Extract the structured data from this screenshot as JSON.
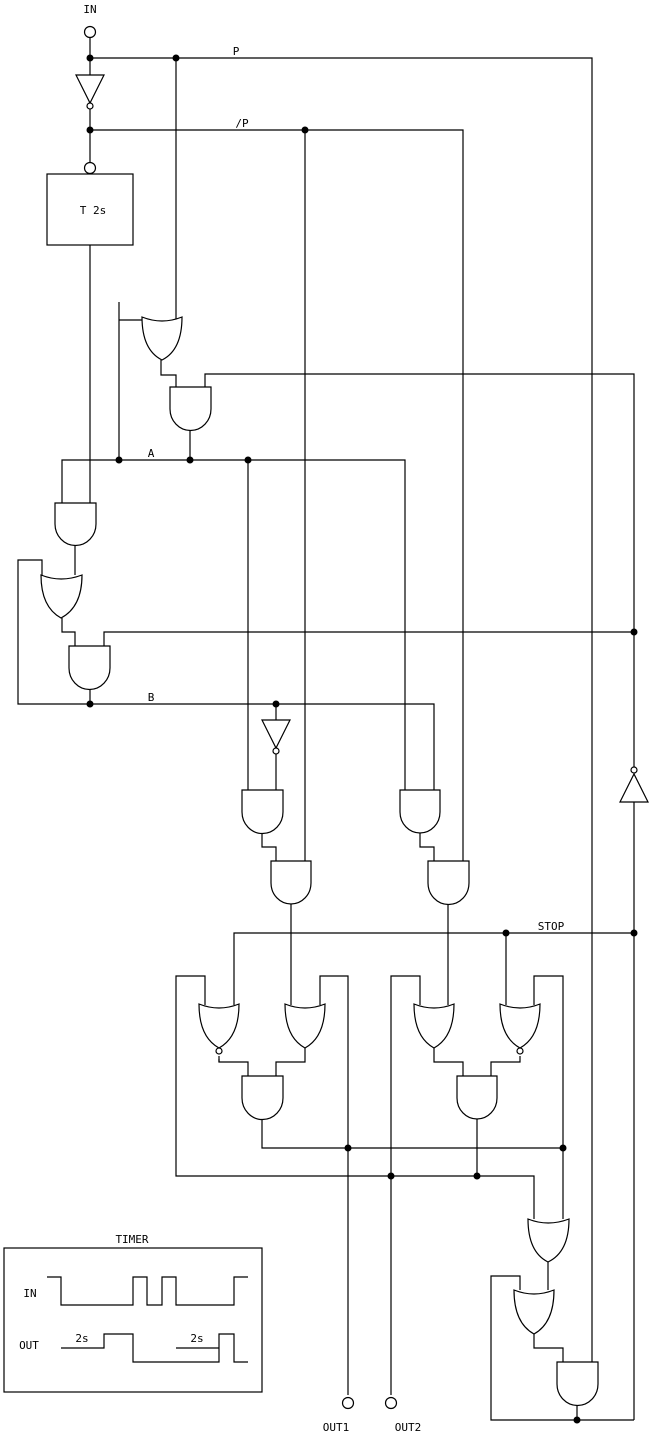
{
  "signals": {
    "input": "IN",
    "p": "P",
    "p_inverted": "/P",
    "a": "A",
    "b": "B",
    "stop": "STOP",
    "output1": "OUT1",
    "output2": "OUT2"
  },
  "timer_block": {
    "label": "T 2s"
  },
  "timing_legend": {
    "title": "TIMER",
    "row_in": "IN",
    "row_out": "OUT",
    "delay_1": "2s",
    "delay_2": "2s"
  },
  "colors": {
    "ink": "#000000",
    "background": "#ffffff"
  }
}
